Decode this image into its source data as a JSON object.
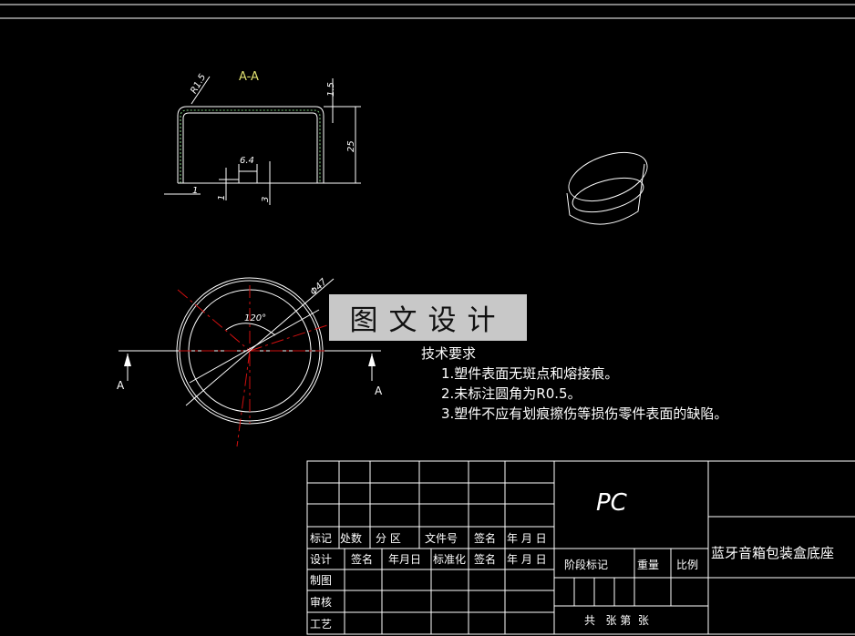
{
  "section": {
    "label": "A-A",
    "dims": {
      "r": "R1.5",
      "t": "1.5",
      "h": "25",
      "w": "6.4",
      "d1": "1",
      "d2": "1",
      "d3": "3"
    }
  },
  "plan": {
    "diameter": "Φ47",
    "angle": "120°",
    "cut_left": "A",
    "cut_right": "A"
  },
  "requirements": {
    "heading": "技术要求",
    "items": [
      "1.塑件表面无斑点和熔接痕。",
      "2.未标注圆角为R0.5。",
      "3.塑件不应有划痕擦伤等损伤零件表面的缺陷。"
    ]
  },
  "watermark": "图文设计",
  "title_block": {
    "material": "PC",
    "part_name": "蓝牙音箱包装盒底座",
    "row_header": [
      "标记",
      "处数",
      "分 区",
      "文件号",
      "签名",
      "年 月 日"
    ],
    "row_design": [
      "设计",
      "签名",
      "年月日",
      "标准化",
      "签名",
      "年 月 日"
    ],
    "row_labels": [
      "制图",
      "审核",
      "工艺"
    ],
    "stage": "阶段标记",
    "weight": "重量",
    "scale": "比例",
    "sheets": "共   张 第  张"
  },
  "colors": {
    "background": "#000000",
    "lines": "#ffffff",
    "centerline": "#d01010",
    "title": "#e0e070"
  }
}
